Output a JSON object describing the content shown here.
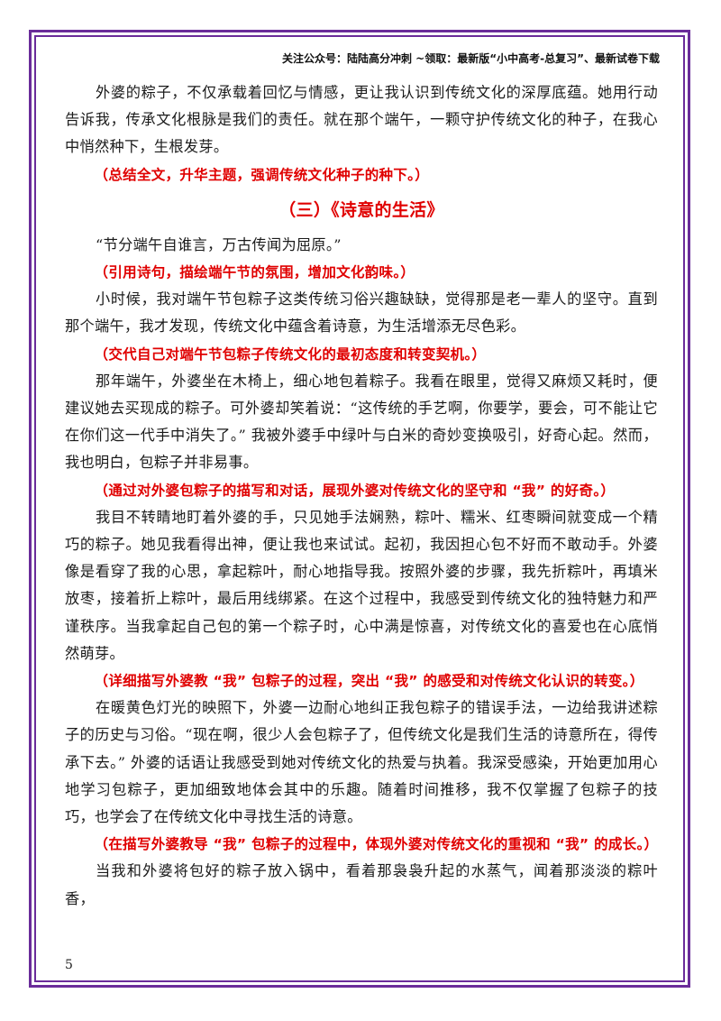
{
  "header": "关注公众号：陆陆高分冲刺 ~领取：最新版“小中高考-总复习”、最新试卷下载",
  "blocks": [
    {
      "type": "p",
      "text": "外婆的粽子，不仅承载着回忆与情感，更让我认识到传统文化的深厚底蕴。她用行动告诉我，传承文化根脉是我们的责任。就在那个端午，一颗守护传统文化的种子，在我心中悄然种下，生根发芽。"
    },
    {
      "type": "note",
      "text": "（总结全文，升华主题，强调传统文化种子的种下。）"
    },
    {
      "type": "sub",
      "text": "（三）《诗意的生活》"
    },
    {
      "type": "p",
      "text": "“节分端午自谁言，万古传闻为屈原。”"
    },
    {
      "type": "note",
      "text": "（引用诗句，描绘端午节的氛围，增加文化韵味。）"
    },
    {
      "type": "p",
      "text": "小时候，我对端午节包粽子这类传统习俗兴趣缺缺，觉得那是老一辈人的坚守。直到那个端午，我才发现，传统文化中蕴含着诗意，为生活增添无尽色彩。"
    },
    {
      "type": "note",
      "text": "（交代自己对端午节包粽子传统文化的最初态度和转变契机。）"
    },
    {
      "type": "p",
      "text": "那年端午，外婆坐在木椅上，细心地包着粽子。我看在眼里，觉得又麻烦又耗时，便建议她去买现成的粽子。可外婆却笑着说：“这传统的手艺啊，你要学，要会，可不能让它在你们这一代手中消失了。” 我被外婆手中绿叶与白米的奇妙变换吸引，好奇心起。然而，我也明白，包粽子并非易事。"
    },
    {
      "type": "note",
      "text": "（通过对外婆包粽子的描写和对话，展现外婆对传统文化的坚守和 “我” 的好奇。）"
    },
    {
      "type": "p",
      "text": "我目不转睛地盯着外婆的手，只见她手法娴熟，粽叶、糯米、红枣瞬间就变成一个精巧的粽子。她见我看得出神，便让我也来试试。起初，我因担心包不好而不敢动手。外婆像是看穿了我的心思，拿起粽叶，耐心地指导我。按照外婆的步骤，我先折粽叶，再填米放枣，接着折上粽叶，最后用线绑紧。在这个过程中，我感受到传统文化的独特魅力和严谨秩序。当我拿起自己包的第一个粽子时，心中满是惊喜，对传统文化的喜爱也在心底悄然萌芽。"
    },
    {
      "type": "note",
      "text": "（详细描写外婆教 “我” 包粽子的过程，突出 “我” 的感受和对传统文化认识的转变。）"
    },
    {
      "type": "p",
      "text": "在暖黄色灯光的映照下，外婆一边耐心地纠正我包粽子的错误手法，一边给我讲述粽子的历史与习俗。“现在啊，很少人会包粽子了，但传统文化是我们生活的诗意所在，得传承下去。” 外婆的话语让我感受到她对传统文化的热爱与执着。我深受感染，开始更加用心地学习包粽子，更加细致地体会其中的乐趣。随着时间推移，我不仅掌握了包粽子的技巧，也学会了在传统文化中寻找生活的诗意。"
    },
    {
      "type": "note",
      "text": "（在描写外婆教导 “我” 包粽子的过程中，体现外婆对传统文化的重视和 “我” 的成长。）"
    },
    {
      "type": "p",
      "text": "当我和外婆将包好的粽子放入锅中，看着那袅袅升起的水蒸气，闻着那淡淡的粽叶香，"
    }
  ],
  "page_number": "5"
}
